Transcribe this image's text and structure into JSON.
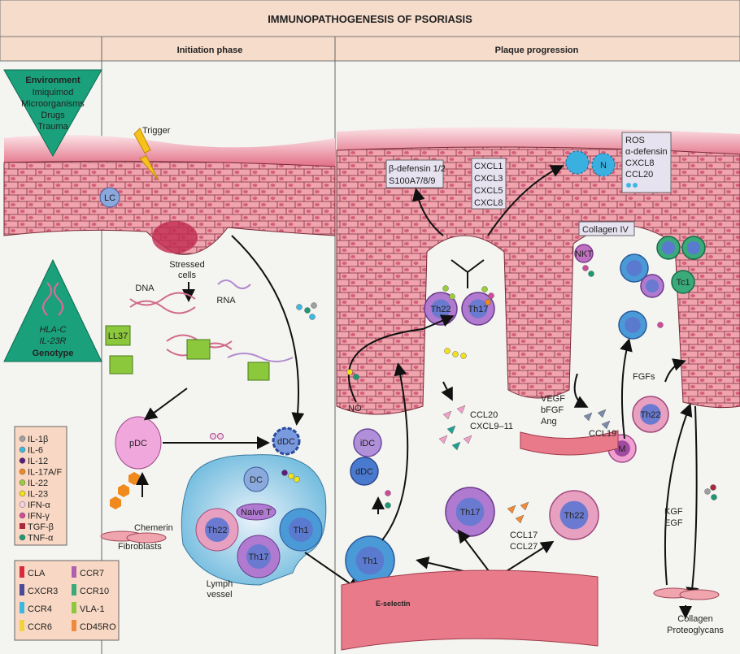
{
  "title": "IMMUNOPATHOGENESIS OF PSORIASIS",
  "columns": {
    "initiation": "Initiation phase",
    "progression": "Plaque progression"
  },
  "environment": {
    "heading": "Environment",
    "items": [
      "Imiquimod",
      "Microorganisms",
      "Drugs",
      "Trauma"
    ]
  },
  "genotype": {
    "genes": [
      "HLA-C",
      "IL-23R"
    ],
    "heading": "Genotype"
  },
  "initiation": {
    "trigger": "Trigger",
    "lc": "LC",
    "stressed_cells": [
      "Stressed",
      "cells"
    ],
    "dna": "DNA",
    "rna": "RNA",
    "ll37": "LL37",
    "pdc": "pDC",
    "ddc": "dDC",
    "chemerin": "Chemerin",
    "fibroblasts": "Fibroblasts",
    "lymph_vessel": [
      "Lymph",
      "vessel"
    ],
    "lymph_node": {
      "dc": "DC",
      "naive_t": "Naive T",
      "th22": "Th22",
      "th1": "Th1",
      "th17": "Th17"
    }
  },
  "progression": {
    "defensin_box": [
      "β-defensin 1/2",
      "S100A7/8/9"
    ],
    "cxcl_box": [
      "CXCL1",
      "CXCL3",
      "CXCL5",
      "CXCL8"
    ],
    "neutrophil": "N",
    "ros_box": [
      "ROS",
      "α-defensin",
      "CXCL8",
      "CCL20"
    ],
    "collagen_iv": "Collagen IV",
    "nkt": "NKT",
    "tc1": "Tc1",
    "th22_top": "Th22",
    "th17_top": "Th17",
    "no": "NO",
    "idc": "iDC",
    "ddc": "dDC",
    "ccl20_group": [
      "CCL20",
      "CXCL9–11"
    ],
    "vegf_group": [
      "VEGF",
      "bFGF",
      "Ang"
    ],
    "ccl19": "CCL19",
    "fgfs": "FGFs",
    "th22_right": "Th22",
    "macrophage": "M",
    "th17_mid": "Th17",
    "ccl17_group": [
      "CCL17",
      "CCL27"
    ],
    "th22_mid": "Th22",
    "th1": "Th1",
    "e_selectin": "E-selectin",
    "kgf_group": [
      "KGF",
      "EGF"
    ],
    "collagen_group": [
      "Collagen",
      "Proteoglycans"
    ]
  },
  "cytokine_legend": [
    {
      "label": "IL-1β",
      "color": "#a0a0a0",
      "shape": "circle"
    },
    {
      "label": "IL-6",
      "color": "#3fb8e0",
      "shape": "circle"
    },
    {
      "label": "IL-12",
      "color": "#5a1e7a",
      "shape": "circle"
    },
    {
      "label": "IL-17A/F",
      "color": "#f08a1c",
      "shape": "circle"
    },
    {
      "label": "IL-22",
      "color": "#9ccc3c",
      "shape": "circle"
    },
    {
      "label": "IL-23",
      "color": "#f2e21a",
      "shape": "circle"
    },
    {
      "label": "IFN-α",
      "color": "#f4d2e6",
      "shape": "circle"
    },
    {
      "label": "IFN-γ",
      "color": "#d04a9a",
      "shape": "circle"
    },
    {
      "label": "TGF-β",
      "color": "#a8283c",
      "shape": "square"
    },
    {
      "label": "TNF-α",
      "color": "#1a9a74",
      "shape": "circle"
    }
  ],
  "receptor_legend": [
    {
      "label": "CLA",
      "color": "#d8283c"
    },
    {
      "label": "CCR7",
      "color": "#b060b0"
    },
    {
      "label": "CXCR3",
      "color": "#4a4a9a"
    },
    {
      "label": "CCR10",
      "color": "#3aaa7a"
    },
    {
      "label": "CCR4",
      "color": "#3ab8e0"
    },
    {
      "label": "VLA-1",
      "color": "#8cc83c"
    },
    {
      "label": "CCR6",
      "color": "#f2d23a"
    },
    {
      "label": "CD45RO",
      "color": "#f08a3a"
    }
  ],
  "colors": {
    "header_bg": "#f6dccb",
    "legend_bg": "#f8d8c4",
    "skin": "#e88a9a",
    "teal": "#1aa07a",
    "panel_bg": "#f4f4f0"
  }
}
